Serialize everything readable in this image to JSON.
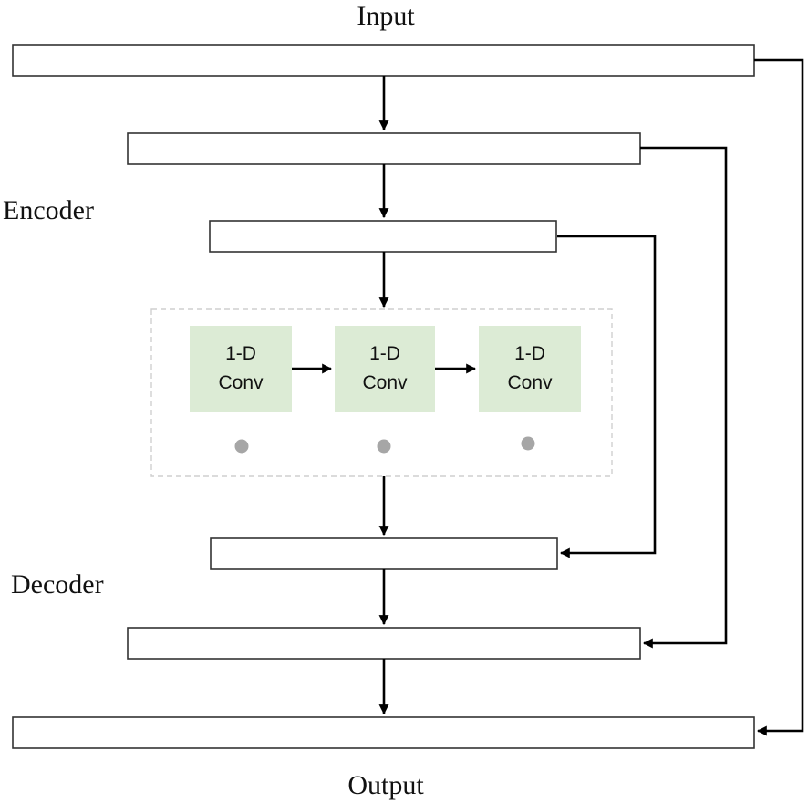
{
  "diagram": {
    "input_label": "Input",
    "output_label": "Output",
    "encoder_label": "Encoder",
    "decoder_label": "Decoder",
    "conv_blocks": [
      {
        "line1": "1-D",
        "line2": "Conv"
      },
      {
        "line1": "1-D",
        "line2": "Conv"
      },
      {
        "line1": "1-D",
        "line2": "Conv"
      }
    ],
    "colors": {
      "conv_fill": "#dcebd5",
      "line": "#000000",
      "dot": "#a6a6a6",
      "group_border": "#cfcfcf"
    }
  }
}
